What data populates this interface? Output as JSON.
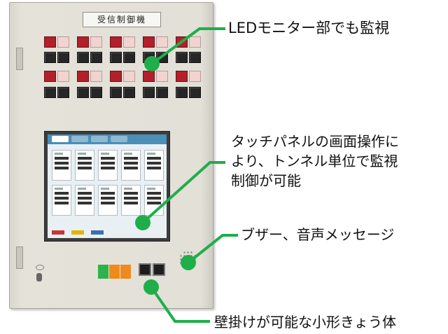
{
  "panel": {
    "title_plate": "受信制御機"
  },
  "callouts": [
    {
      "text": "LEDモニター部でも監視"
    },
    {
      "text": "タッチパネルの画面操作に\nより、トンネル単位で監視\n制御が可能"
    },
    {
      "text": "ブザー、音声メッセージ"
    },
    {
      "text": "壁掛けが可能な小形きょう体"
    }
  ],
  "colors": {
    "accent_green": "#1fae4a",
    "led_red": "#b3202a",
    "lamp_green": "#2db34a",
    "lamp_orange": "#f08a1c"
  }
}
